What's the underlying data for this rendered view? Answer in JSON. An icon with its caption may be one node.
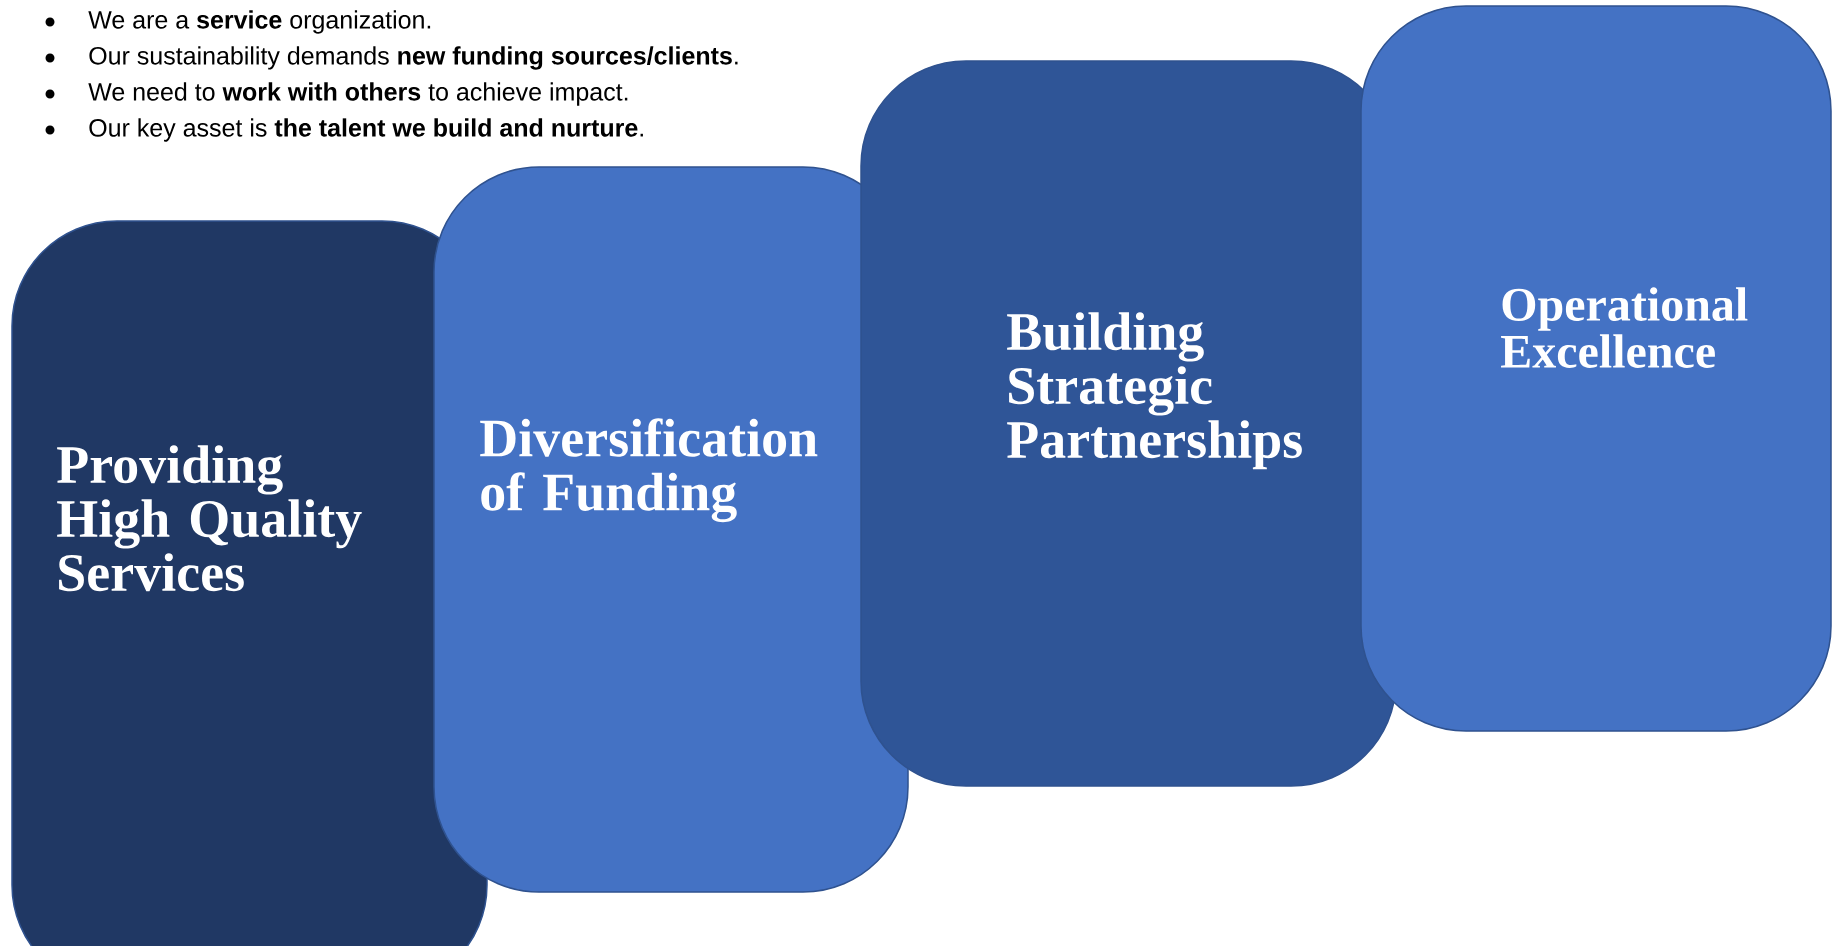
{
  "diagram": {
    "nodes": [
      {
        "text": [
          "Providing High Quality Services"
        ]
      },
      {
        "text": [
          "Diversification of Funding"
        ]
      },
      {
        "text": [
          "Building Strategic Partnerships"
        ]
      },
      {
        "text": [
          "Operational Excellence"
        ]
      }
    ],
    "labels": [
      "We are a **service** organization.",
      "Our sustainability demands **new funding sources/clients**.",
      "We need to **work with others** to achieve impact.",
      "Our key asset is **the talent we build and nurture**."
    ]
  }
}
